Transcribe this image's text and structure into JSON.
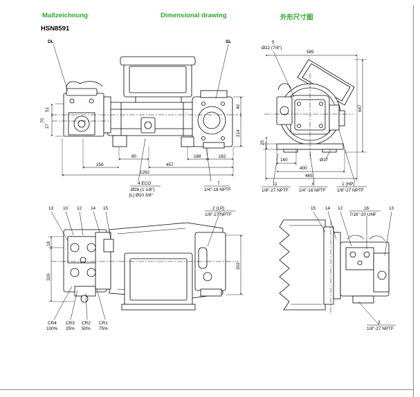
{
  "header": {
    "title_de": "Maßzeichnung",
    "title_en": "Dimensional drawing",
    "title_cn": "外形尺寸图",
    "model": "HSN8591"
  },
  "colors": {
    "header_text": "#2aa82a",
    "line": "#000000"
  },
  "view_side": {
    "callouts": {
      "dl": "DL",
      "sl": "SL"
    },
    "dims": {
      "d51": "51",
      "d27": "27",
      "d70": "70",
      "d40": "40",
      "d214": "214",
      "d80": "80",
      "d256": "256",
      "d457": "457",
      "d188": "188",
      "d162": "162",
      "d1262": "1262"
    },
    "conn_eco": {
      "num": "4 ECO",
      "l1": "Ø28 (1 1/8\")",
      "l2": "[L] Ø10 3/8\""
    },
    "conn_7": {
      "num": "7",
      "spec": "1/4\"-18 NPTF"
    }
  },
  "view_end": {
    "dims": {
      "d5": "5",
      "d5b": "Ø22 (7/8\")",
      "d585": "585",
      "d647": "647",
      "d25": "25",
      "d160": "160",
      "d17": "Ø17",
      "d400": "400",
      "d465": "465"
    },
    "conn_11": {
      "num": "11",
      "spec": "1/8\"-27 NPTF"
    },
    "conn_6": {
      "num": "6",
      "spec": "1/4\"-18 NPTF"
    },
    "conn_1": {
      "num": "1 (HP)",
      "spec": "1/8\"-27 NPTF"
    }
  },
  "view_top": {
    "callouts": {
      "c13": "13",
      "c10": "10",
      "c12": "12",
      "c14": "14",
      "c15": "15"
    },
    "conn_2": {
      "num": "2 (LP)",
      "spec": "1/8\"-27 NPTF"
    },
    "dims": {
      "d18": "18",
      "d326": "326",
      "d302": "302"
    },
    "capacity": [
      {
        "name": "CR4",
        "pct": "100%"
      },
      {
        "name": "CR3",
        "pct": "25%"
      },
      {
        "name": "CR2",
        "pct": "50%"
      },
      {
        "name": "CR1",
        "pct": "75%"
      }
    ]
  },
  "view_detail": {
    "callouts": {
      "c15": "15",
      "c14": "14",
      "c12": "12",
      "c16": "16",
      "c13": "13",
      "c16spec": "7/16\"-20 UNF"
    },
    "conn_3": {
      "num": "3",
      "spec": "1/8\"-27 NPTF"
    }
  }
}
